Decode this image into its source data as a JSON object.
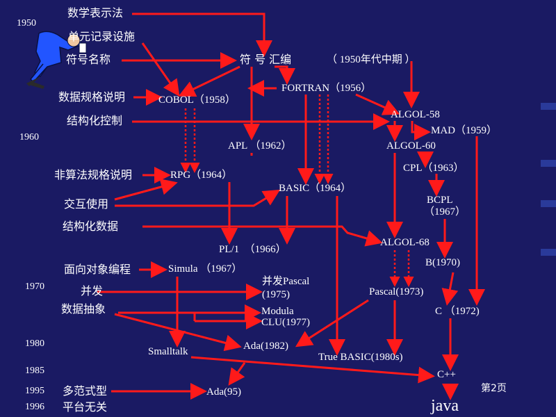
{
  "years": {
    "y1950": "1950",
    "y1960": "1960",
    "y1970": "1970",
    "y1980": "1980",
    "y1985": "1985",
    "y1995": "1995",
    "y1996": "1996"
  },
  "concepts": {
    "math": "数学表示法",
    "unit": "单元记录设施",
    "symbol": "符号名称",
    "dataspec": "数据规格说明",
    "structctl": "结构化控制",
    "nonalgo": "非算法规格说明",
    "interactive": "交互使用",
    "structdata": "结构化数据",
    "oop": "面向对象编程",
    "concurrency": "并发",
    "abstraction": "数据抽象",
    "multiparadigm": "多范式型",
    "platform": "平台无关"
  },
  "languages": {
    "assembler": "符 号 汇编",
    "mid1950": "（ 1950年代中期 ）",
    "fortran": "FORTRAN（1956）",
    "cobol": "COBOL（1958）",
    "algol58": "ALGOL-58",
    "mad": "MAD（1959）",
    "apl": "APL （1962）",
    "algol60": "ALGOL-60",
    "cpl": "CPL（1963）",
    "rpg": "RPG（1964）",
    "basic": "BASIC（1964）",
    "bcpl": "BCPL",
    "bcpl_year": "（1967）",
    "pl1": "PL/1　（1966）",
    "algol68": "ALGOL-68",
    "simula": "Simula （1967）",
    "b": "B(1970)",
    "cpascal": "并发Pascal",
    "cpascal_year": "(1975)",
    "pascal": "Pascal(1973)",
    "modula": "Modula",
    "clu": "CLU(1977)",
    "c": "C （1972)",
    "smalltalk": "Smalltalk",
    "ada82": "Ada(1982)",
    "truebasic": "True BASIC(1980s)",
    "cpp": "C++",
    "ada95": "Ada(95)",
    "java": "java"
  },
  "page_number": "第2页",
  "colors": {
    "background": "#1a1a63",
    "arrow": "#ff1a1a",
    "text": "#ffffff"
  }
}
